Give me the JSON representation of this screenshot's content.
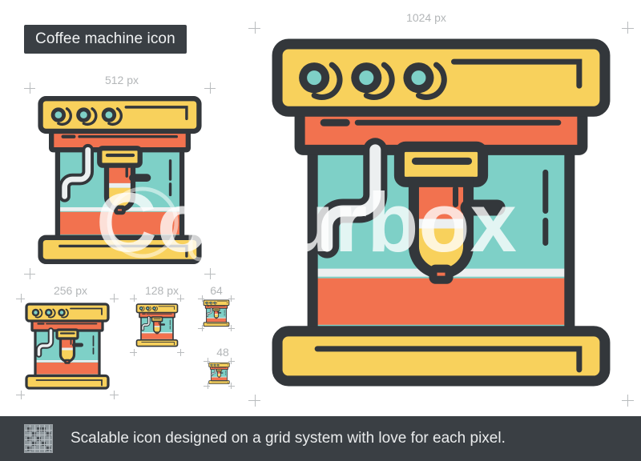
{
  "page": {
    "title_chip": "Coffee machine icon",
    "footer_text": "Scalable icon designed on a grid system with love for each pixel.",
    "footer_icon": "pixel-grid-icon",
    "watermark_text": "Colourbox"
  },
  "colors": {
    "yellow": "#f8d15c",
    "orange": "#f2724f",
    "teal": "#7ed0c7",
    "outline": "#33373b",
    "white_pipe": "#eceff0",
    "chip_bg": "#3a3f44",
    "caption": "#b3b6b8",
    "crop_mark": "#b9bcbe",
    "page_bg": "#ffffff"
  },
  "icons": [
    {
      "name": "icon-1024",
      "label": "1024 px",
      "size_label": "1024 px"
    },
    {
      "name": "icon-512",
      "label": "512 px",
      "size_label": "512 px"
    },
    {
      "name": "icon-256",
      "label": "256 px",
      "size_label": "256 px"
    },
    {
      "name": "icon-128",
      "label": "128 px",
      "size_label": "128 px"
    },
    {
      "name": "icon-64",
      "label": "64",
      "size_label": "64"
    },
    {
      "name": "icon-48",
      "label": "48",
      "size_label": "48"
    }
  ]
}
